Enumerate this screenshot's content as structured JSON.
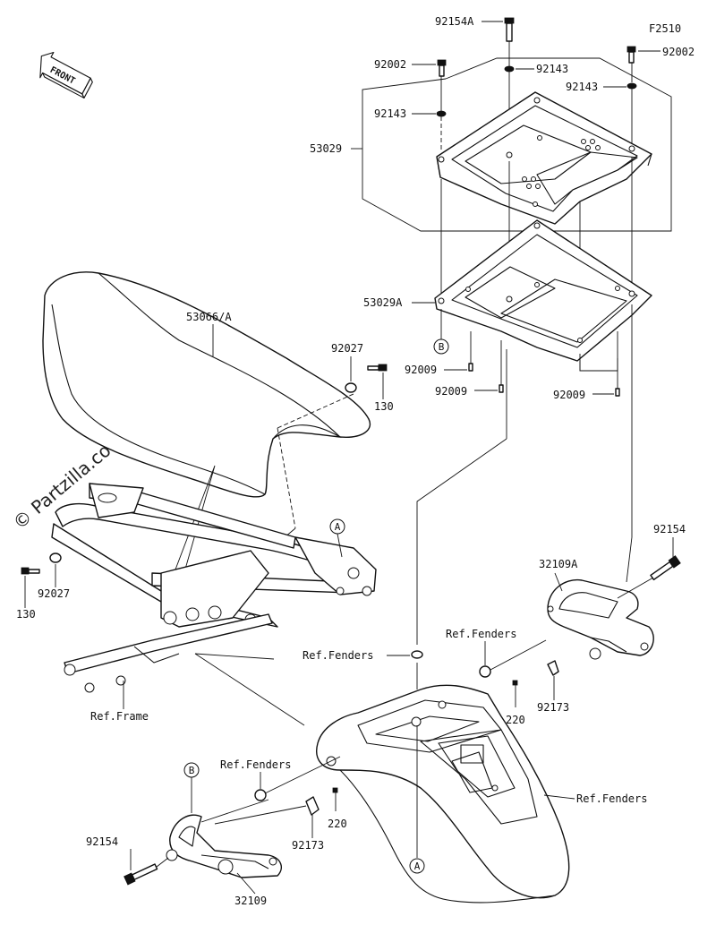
{
  "figure_code": "F2510",
  "watermark": "© Partzilla.com",
  "front_label": "FRONT",
  "callouts": {
    "p92154A": "92154A",
    "p92002_left": "92002",
    "p92002_right": "92002",
    "p92143_top": "92143",
    "p92143_right": "92143",
    "p92143_left": "92143",
    "p53029": "53029",
    "p53029A": "53029A",
    "p53066A": "53066/A",
    "p92027_top": "92027",
    "p130_top": "130",
    "p92009_a": "92009",
    "p92009_b": "92009",
    "p92009_c": "92009",
    "p92027_left": "92027",
    "p130_left": "130",
    "p92154_right": "92154",
    "p32109A": "32109A",
    "ref_fenders_upper": "Ref.Fenders",
    "ref_fenders_left": "Ref.Fenders",
    "ref_fenders_lower": "Ref.Fenders",
    "ref_fenders_right": "Ref.Fenders",
    "ref_frame": "Ref.Frame",
    "p220_right": "220",
    "p92173_right": "92173",
    "p220_lower": "220",
    "p92173_lower": "92173",
    "p92154_left": "92154",
    "p32109": "32109"
  },
  "ref_markers": {
    "A_frame": "A",
    "B_carrier": "B",
    "A_fender": "A",
    "B_lower": "B"
  }
}
